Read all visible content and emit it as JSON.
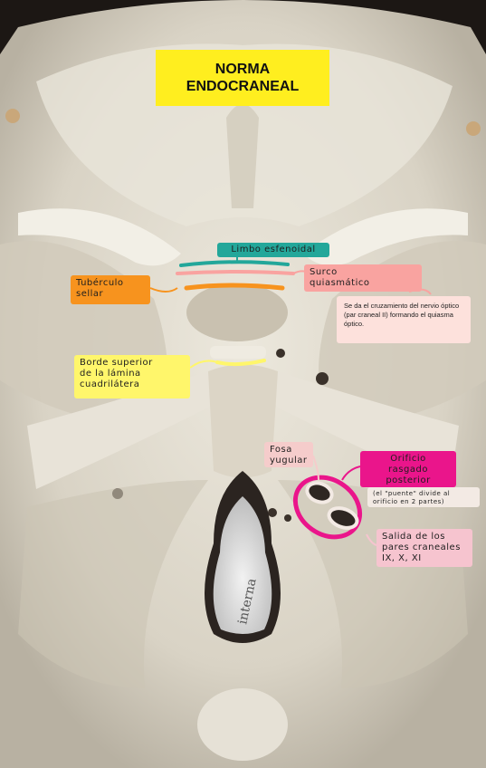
{
  "image": {
    "subject": "skull-endocranial",
    "colors": {
      "bone": "#e4dfd2",
      "cavity": "#2e2722",
      "title_bg": "#ffee1f",
      "teal": "#23a79a",
      "orange": "#f7931e",
      "salmon": "#f9a3a0",
      "yellow": "#fff66b",
      "magenta": "#ea158b",
      "pink": "#f6c4cf"
    }
  },
  "title": {
    "line1": "NORMA",
    "line2": "ENDOCRANEAL"
  },
  "labels": {
    "limbo": "Limbo esfenoidal",
    "tuberculo": "Tubérculo\nsellar",
    "surco": "Surco\nquiasmático",
    "note": "Se da el cruzamiento del nervio óptico (par craneal II) formando el quiasma óptico.",
    "borde": "Borde superior\nde la lámina\ncuadrilátera",
    "fosa": "Fosa\nyugular",
    "orificio": "Orificio\nrasgado\nposterior",
    "ap": "(el \"puente\" divide al\norificio en 2 partes)",
    "salida": "Salida de los\npares craneales\nIX, X, XI",
    "handwriting": "interna"
  }
}
